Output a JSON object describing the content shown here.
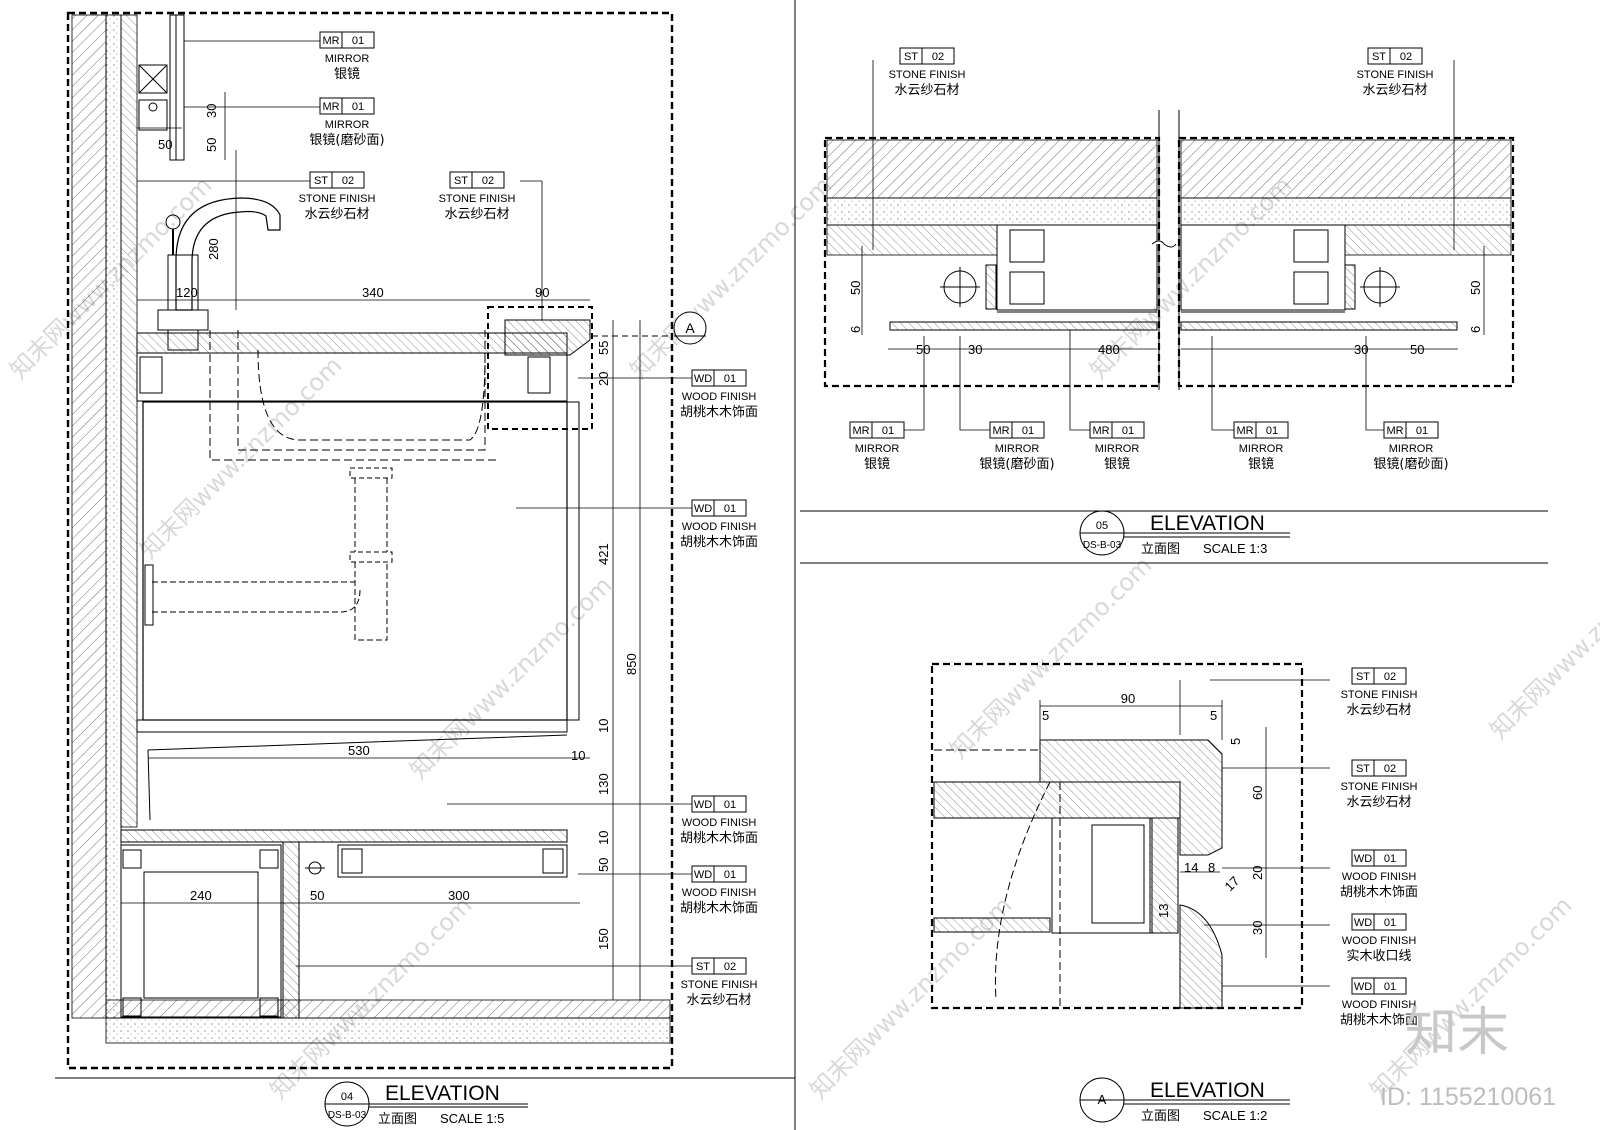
{
  "views": {
    "v04": {
      "title": "ELEVATION",
      "subtitle": "立面图",
      "scale": "SCALE  1:5",
      "bubble_num": "04",
      "bubble_ref": "DS-B-03",
      "dims": {
        "d50a": "50",
        "d30": "30",
        "d50b": "50",
        "d280": "280",
        "d120": "120",
        "d340": "340",
        "d90": "90",
        "d55": "55",
        "d20": "20",
        "d421": "421",
        "d850": "850",
        "d10a": "10",
        "d530": "530",
        "d10b": "10",
        "d130": "130",
        "d10c": "10",
        "d50c": "50",
        "d240": "240",
        "d50d": "50",
        "d300": "300",
        "d150": "150"
      },
      "callouts": [
        {
          "code": "MR",
          "num": "01",
          "en": "MIRROR",
          "zh": "银镜"
        },
        {
          "code": "MR",
          "num": "01",
          "en": "MIRROR",
          "zh": "银镜(磨砂面)"
        },
        {
          "code": "ST",
          "num": "02",
          "en": "STONE  FINISH",
          "zh": "水云纱石材"
        },
        {
          "code": "ST",
          "num": "02",
          "en": "STONE  FINISH",
          "zh": "水云纱石材"
        },
        {
          "code": "WD",
          "num": "01",
          "en": "WOOD FINISH",
          "zh": "胡桃木木饰面"
        },
        {
          "code": "WD",
          "num": "01",
          "en": "WOOD FINISH",
          "zh": "胡桃木木饰面"
        },
        {
          "code": "WD",
          "num": "01",
          "en": "WOOD FINISH",
          "zh": "胡桃木木饰面"
        },
        {
          "code": "WD",
          "num": "01",
          "en": "WOOD FINISH",
          "zh": "胡桃木木饰面"
        },
        {
          "code": "ST",
          "num": "02",
          "en": "STONE  FINISH",
          "zh": "水云纱石材"
        }
      ],
      "section_marker": "A"
    },
    "v05": {
      "title": "ELEVATION",
      "subtitle": "立面图",
      "scale": "SCALE  1:3",
      "bubble_num": "05",
      "bubble_ref": "DS-B-03",
      "dims": {
        "d50l": "50",
        "d6l": "6",
        "d50b": "50",
        "d30b": "30",
        "d480": "480",
        "d30c": "30",
        "d50c": "50",
        "d50r": "50",
        "d6r": "6"
      },
      "callouts": [
        {
          "code": "ST",
          "num": "02",
          "en": "STONE  FINISH",
          "zh": "水云纱石材"
        },
        {
          "code": "ST",
          "num": "02",
          "en": "STONE  FINISH",
          "zh": "水云纱石材"
        },
        {
          "code": "MR",
          "num": "01",
          "en": "MIRROR",
          "zh": "银镜"
        },
        {
          "code": "MR",
          "num": "01",
          "en": "MIRROR",
          "zh": "银镜(磨砂面)"
        },
        {
          "code": "MR",
          "num": "01",
          "en": "MIRROR",
          "zh": "银镜"
        },
        {
          "code": "MR",
          "num": "01",
          "en": "MIRROR",
          "zh": "银镜"
        },
        {
          "code": "MR",
          "num": "01",
          "en": "MIRROR",
          "zh": "银镜(磨砂面)"
        }
      ]
    },
    "vA": {
      "title": "ELEVATION",
      "subtitle": "立面图",
      "scale": "SCALE  1:2",
      "bubble_num": "A",
      "dims": {
        "d90": "90",
        "d5a": "5",
        "d5b": "5",
        "d5c": "5",
        "d60": "60",
        "d14": "14",
        "d8": "8",
        "d20": "20",
        "d17": "17",
        "d13": "13",
        "d30": "30"
      },
      "callouts": [
        {
          "code": "ST",
          "num": "02",
          "en": "STONE  FINISH",
          "zh": "水云纱石材"
        },
        {
          "code": "ST",
          "num": "02",
          "en": "STONE  FINISH",
          "zh": "水云纱石材"
        },
        {
          "code": "WD",
          "num": "01",
          "en": "WOOD FINISH",
          "zh": "胡桃木木饰面"
        },
        {
          "code": "WD",
          "num": "01",
          "en": "WOOD FINISH",
          "zh": "实木收口线"
        },
        {
          "code": "WD",
          "num": "01",
          "en": "WOOD FINISH",
          "zh": "胡桃木木饰面"
        }
      ]
    }
  },
  "watermark": {
    "text": "知末网www.znzmo.com",
    "brand": "知末",
    "id": "ID: 1155210061"
  }
}
